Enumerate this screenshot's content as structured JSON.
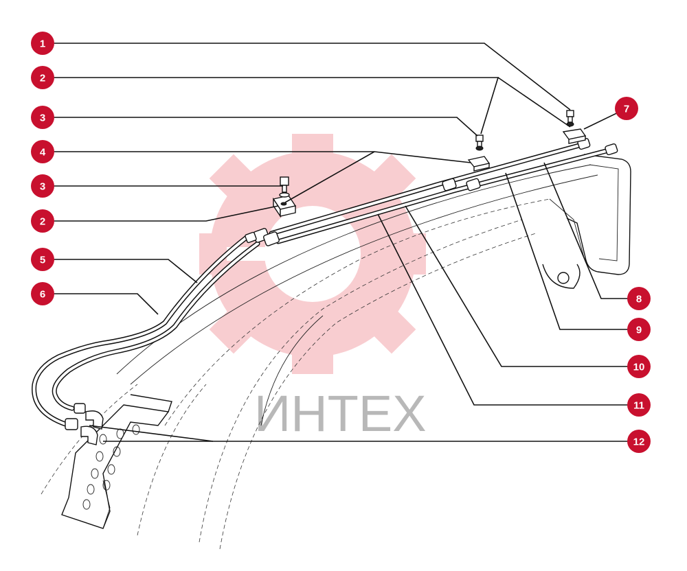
{
  "callouts": [
    "1",
    "2",
    "3",
    "4",
    "3",
    "2",
    "5",
    "6",
    "7",
    "8",
    "9",
    "10",
    "11",
    "12"
  ],
  "watermark": {
    "text": "ИНТЕХ"
  },
  "colors": {
    "callout": "#c8102e",
    "watermark_logo": "#e8404f",
    "watermark_text": "#b8b8b8",
    "line_art": "#111111"
  }
}
